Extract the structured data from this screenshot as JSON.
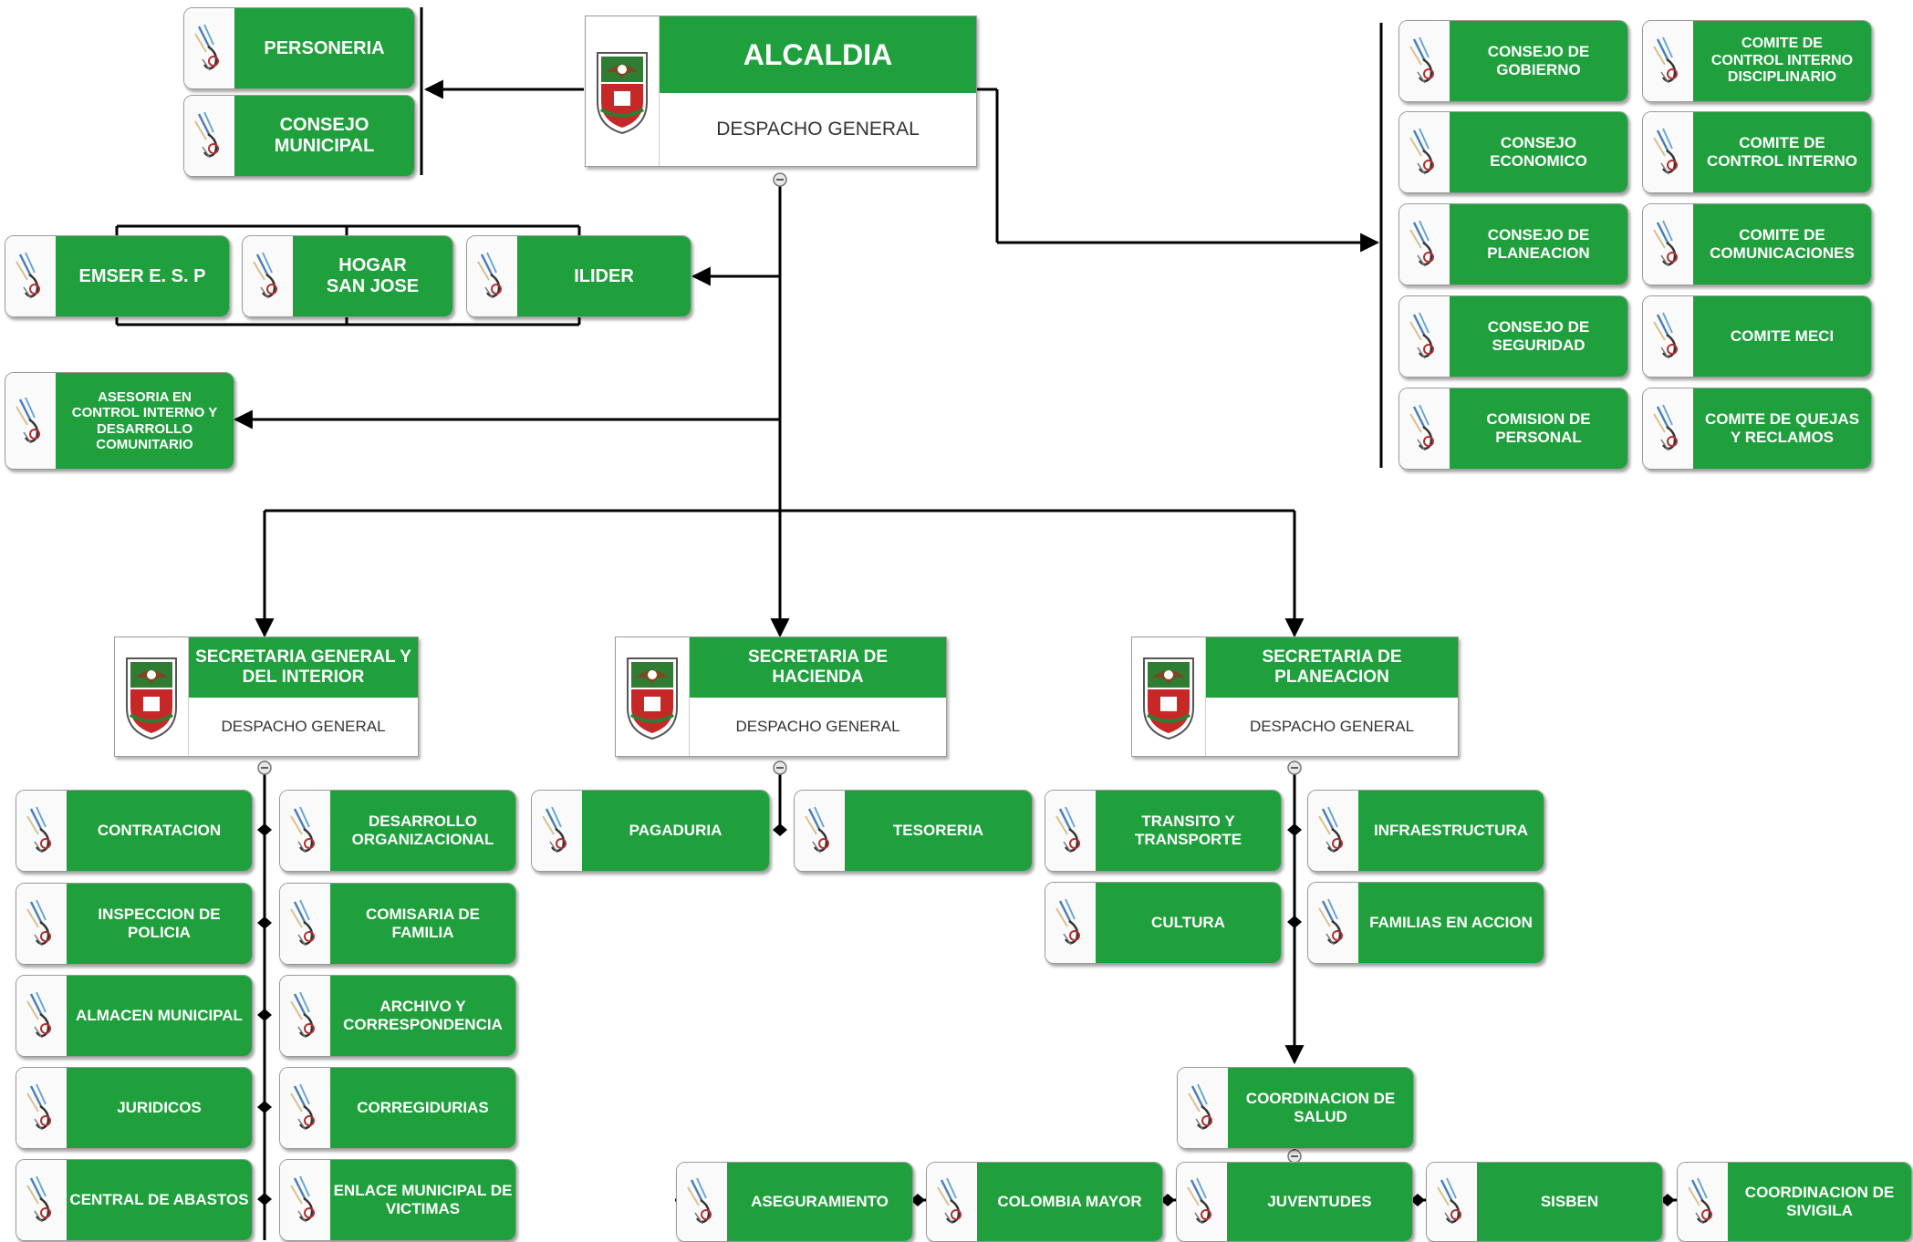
{
  "colors": {
    "box_green": "#1fa03d",
    "box_text": "#ffffff",
    "line": "#000000"
  },
  "icons": {
    "node": "quill-pen-icon",
    "crest": "municipal-crest-icon",
    "collapse": "collapse-minus-icon"
  },
  "alcaldia": {
    "title": "ALCALDIA",
    "subtitle": "DESPACHO GENERAL"
  },
  "left_top": [
    "PERSONERIA",
    "CONSEJO\nMUNICIPAL"
  ],
  "entities": [
    "EMSER E. S. P",
    "HOGAR\nSAN JOSE",
    "ILIDER"
  ],
  "asesoria": "ASESORIA EN\nCONTROL INTERNO Y\nDESARROLLO\nCOMUNITARIO",
  "councils_left": [
    "CONSEJO DE\nGOBIERNO",
    "CONSEJO\nECONOMICO",
    "CONSEJO DE\nPLANEACION",
    "CONSEJO DE\nSEGURIDAD",
    "COMISION DE\nPERSONAL"
  ],
  "councils_right": [
    "COMITE DE\nCONTROL INTERNO\nDISCIPLINARIO",
    "COMITE DE\nCONTROL INTERNO",
    "COMITE DE\nCOMUNICACIONES",
    "COMITE MECI",
    "COMITE DE QUEJAS\nY RECLAMOS"
  ],
  "sec_general": {
    "title": "SECRETARIA GENERAL  Y\nDEL INTERIOR",
    "subtitle": "DESPACHO GENERAL",
    "left": [
      "CONTRATACION",
      "INSPECCION DE\nPOLICIA",
      "ALMACEN MUNICIPAL",
      "JURIDICOS",
      "CENTRAL DE ABASTOS"
    ],
    "right": [
      "DESARROLLO\nORGANIZACIONAL",
      "COMISARIA DE FAMILIA",
      "ARCHIVO Y\nCORRESPONDENCIA",
      "CORREGIDURIAS",
      "ENLACE MUNICIPAL DE\nVICTIMAS"
    ]
  },
  "sec_hacienda": {
    "title": "SECRETARIA DE\nHACIENDA",
    "subtitle": "DESPACHO GENERAL",
    "units": [
      "PAGADURIA",
      "TESORERIA"
    ]
  },
  "sec_planeacion": {
    "title": "SECRETARIA DE\nPLANEACION",
    "subtitle": "DESPACHO GENERAL",
    "left": [
      "TRANSITO Y\nTRANSPORTE",
      "CULTURA"
    ],
    "right": [
      "INFRAESTRUCTURA",
      "FAMILIAS EN ACCION"
    ]
  },
  "salud": {
    "title": "COORDINACION DE\nSALUD",
    "units": [
      "ASEGURAMIENTO",
      "COLOMBIA MAYOR",
      "JUVENTUDES",
      "SISBEN",
      "COORDINACION DE\nSIVIGILA"
    ]
  }
}
